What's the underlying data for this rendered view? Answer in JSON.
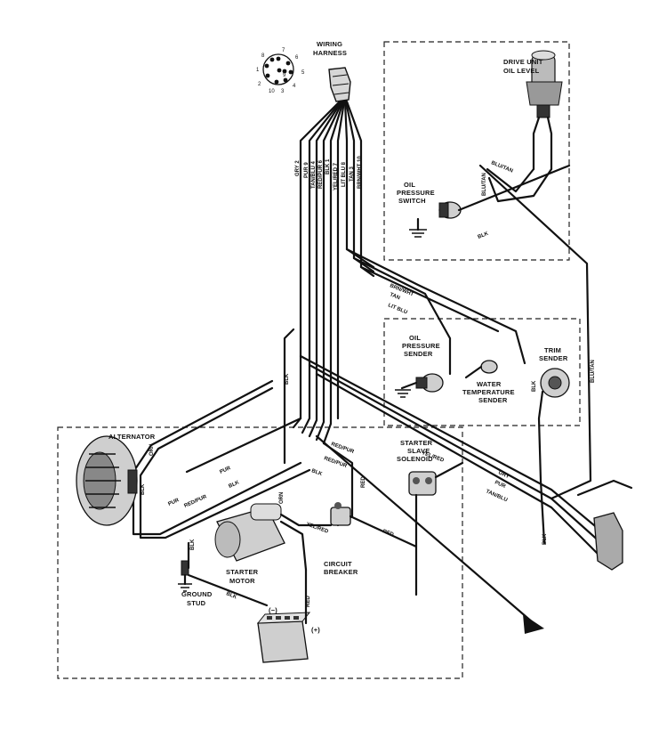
{
  "labels": {
    "wiring_harness": [
      "WIRING",
      "HARNESS"
    ],
    "drive_unit_oil_level": [
      "DRIVE UNIT",
      "OIL LEVEL"
    ],
    "oil_pressure_switch": [
      "OIL",
      "PRESSURE",
      "SWITCH"
    ],
    "oil_pressure_sender": [
      "OIL",
      "PRESSURE",
      "SENDER"
    ],
    "water_temperature_sender": [
      "WATER",
      "TEMPERATURE",
      "SENDER"
    ],
    "trim_sender": [
      "TRIM",
      "SENDER"
    ],
    "alternator": "ALTERNATOR",
    "starter_slave_solenoid": [
      "STARTER",
      "SLAVE",
      "SOLENOID"
    ],
    "starter_motor": [
      "STARTER",
      "MOTOR"
    ],
    "circuit_breaker": [
      "CIRCUIT",
      "BREAKER"
    ],
    "ground_stud": [
      "GROUND",
      "STUD"
    ],
    "battery_negative": "(−)",
    "battery_positive": "(+)"
  },
  "connector_pins": [
    "1",
    "2",
    "3",
    "4",
    "5",
    "6",
    "7",
    "8",
    "9",
    "10"
  ],
  "harness_wires": [
    "GRY 2",
    "PUR 9",
    "TAN/BLU 4",
    "RED/PUR 6",
    "BLK 1",
    "YEL/RED 7",
    "LIT BLU 8",
    "TAN 3",
    "BRN/WHT 10"
  ],
  "wire_labels": {
    "blu_tan_upper": "BLU/TAN",
    "blu_tan_lower": "BLU/TAN",
    "blk_oil_switch": "BLK",
    "brn_wht": "BRN/WHT",
    "tan": "TAN",
    "lit_blu": "LIT BLU",
    "blk_vertical": "BLK",
    "blu_tan_right": "BLU/TAN",
    "blk_trim": "BLK",
    "orn": "ORN",
    "blk_alt": "BLK",
    "pur_1": "PUR",
    "pur_2": "PUR",
    "red_pur_1": "RED/PUR",
    "red_pur_2": "RED/PUR",
    "red_pur_3": "RED/PUR",
    "blk_1": "BLK",
    "blk_2": "BLK",
    "yel_red_1": "YEL/RED",
    "yel_red_2": "YEL/RED",
    "gry": "GRY",
    "pur_3": "PUR",
    "tan_blu": "TAN/BLU",
    "red_1": "RED",
    "red_2": "RED",
    "red_3": "RED",
    "orn_2": "ORN",
    "blk_ground": "BLK",
    "blk_batt": "BLK",
    "blk_trim_low": "BLK"
  }
}
